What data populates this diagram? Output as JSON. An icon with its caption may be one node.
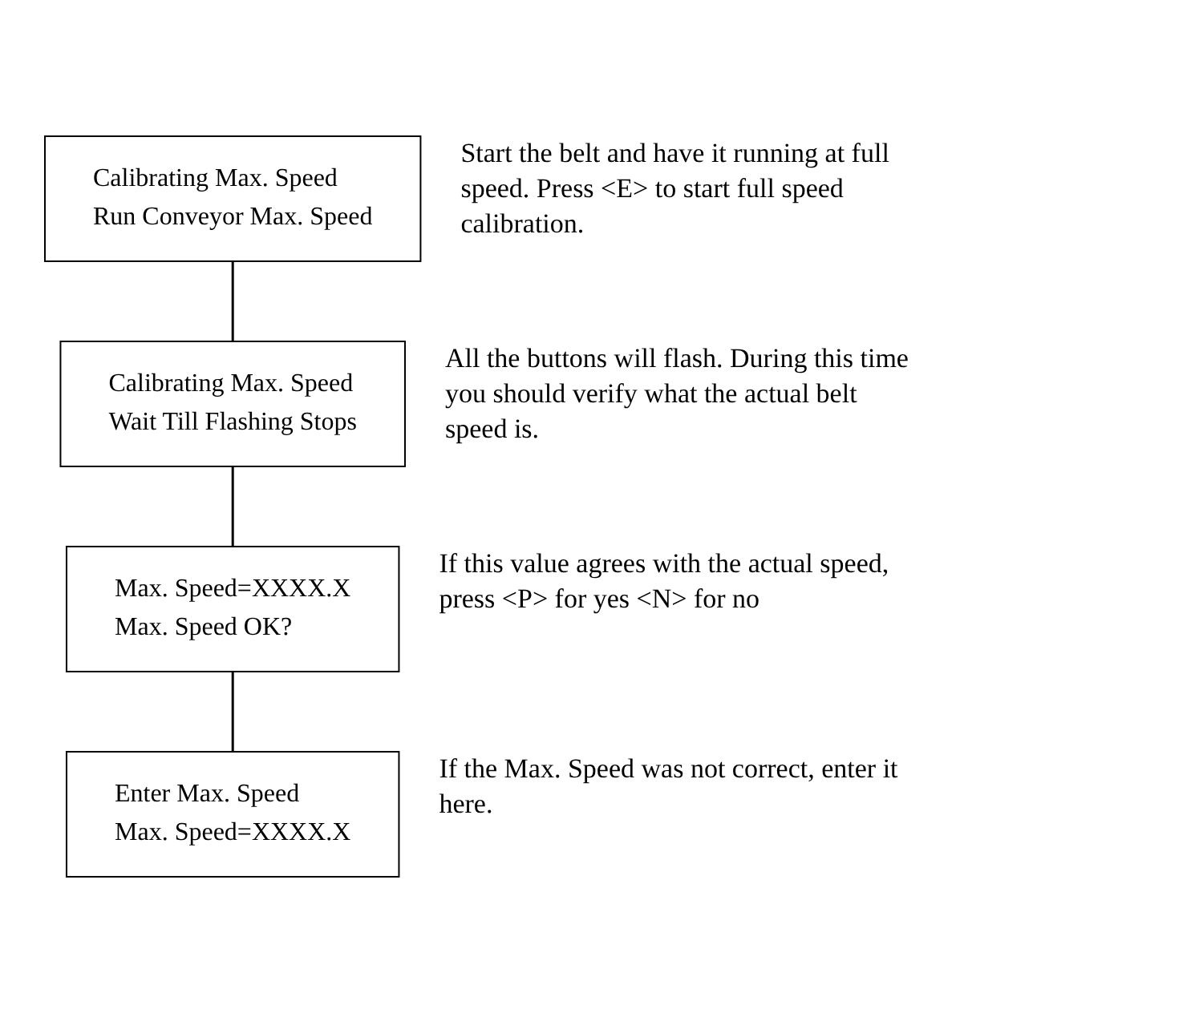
{
  "diagram": {
    "nodes": [
      {
        "text": [
          "Calibrating Max. Speed",
          "Run Conveyor Max. Speed"
        ],
        "beside": [
          "Start the belt and have it running at full speed. Press <E> to start full speed calibration."
        ]
      },
      {
        "text": [
          "Calibrating Max. Speed",
          "Wait Till Flashing Stops"
        ],
        "beside": [
          "All the buttons will flash. During this time you should verify what the actual belt speed is."
        ]
      },
      {
        "text": [
          "Max. Speed=XXXX.X",
          "Max. Speed OK?"
        ],
        "beside": [
          "If this value agrees with the actual speed, press <P> for yes <N> for no"
        ]
      },
      {
        "text": [
          "Enter Max. Speed",
          "Max. Speed=XXXX.X"
        ],
        "beside": [
          "If the Max. Speed was not correct, enter it here."
        ]
      }
    ],
    "edges": [
      {
        "from": 0,
        "to": 1,
        "arrow": "none"
      },
      {
        "from": 1,
        "to": 2,
        "arrow": "none"
      },
      {
        "from": 2,
        "to": 3,
        "arrow": "none"
      }
    ]
  }
}
